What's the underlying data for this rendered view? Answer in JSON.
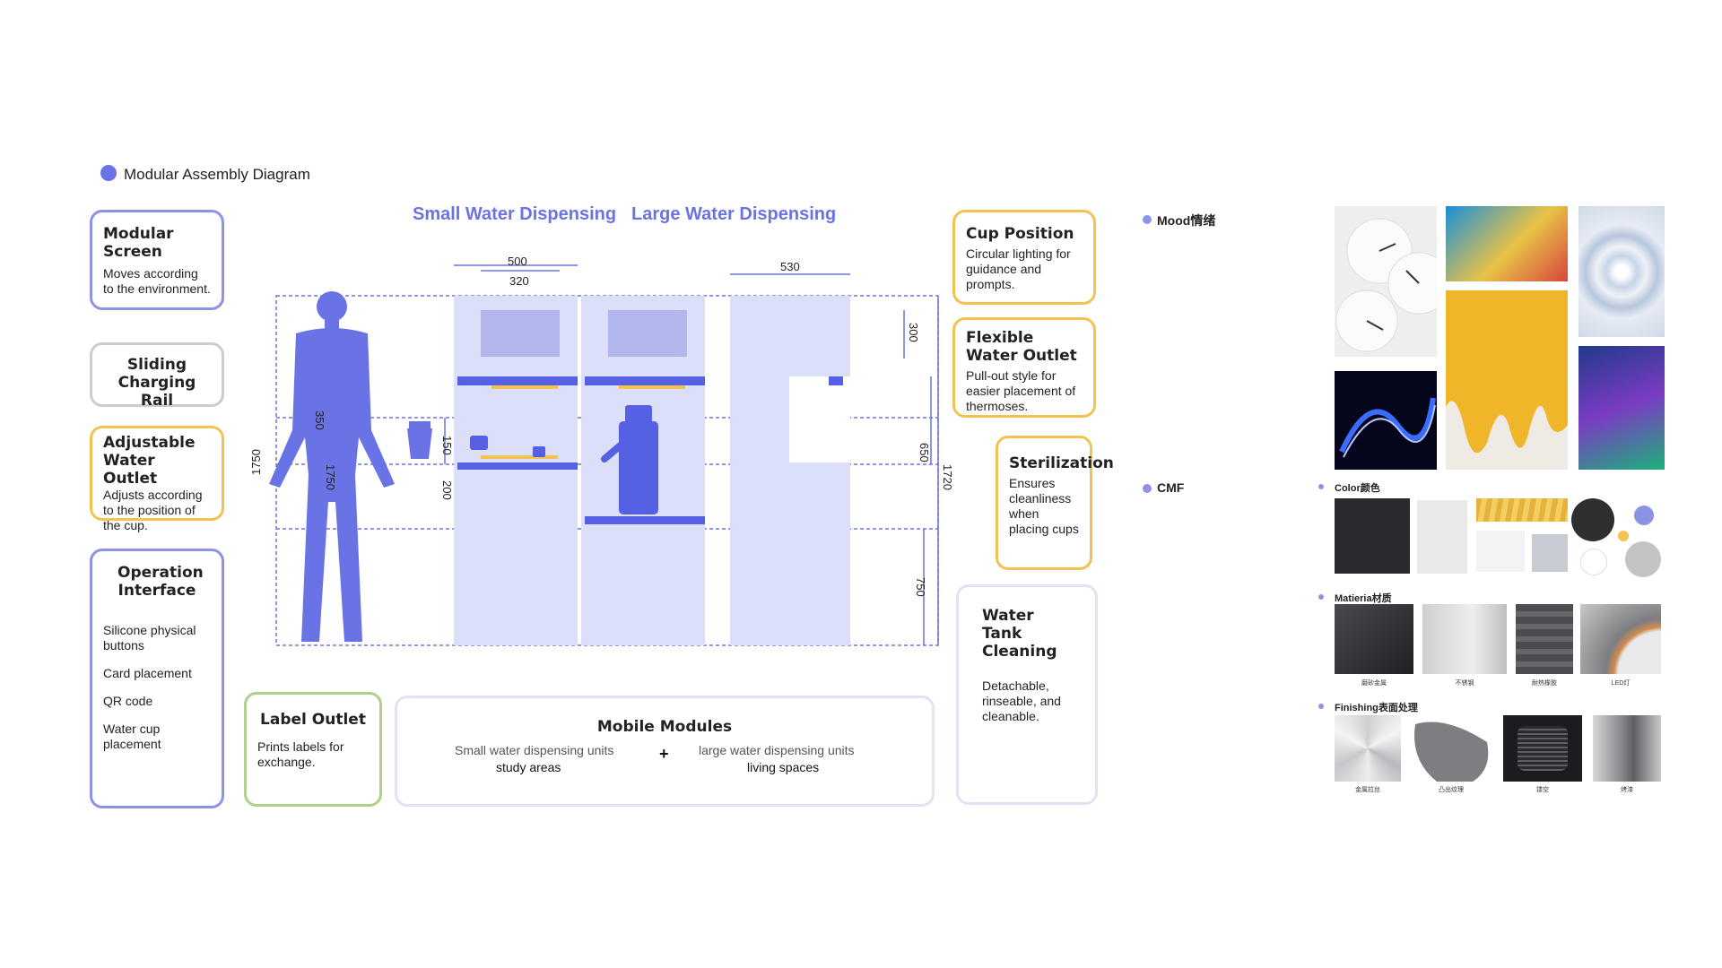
{
  "header": {
    "title": "Modular Assembly Diagram"
  },
  "diagram": {
    "title_small": "Small Water Dispensing",
    "title_large": "Large Water Dispensing",
    "dims": {
      "d500": "500",
      "d320": "320",
      "d530": "530",
      "d300": "300",
      "d350": "350",
      "d150": "150",
      "d200": "200",
      "d1750a": "1750",
      "d1750b": "1750",
      "d650": "650",
      "d1720": "1720",
      "d750": "750"
    }
  },
  "cards": {
    "modular_screen": {
      "title": "Modular Screen",
      "body": "Moves according to the environment."
    },
    "sliding_rail": {
      "title": "Sliding Charging Rail"
    },
    "adjustable_outlet": {
      "title": "Adjustable Water Outlet",
      "body": "Adjusts according to the position of the cup."
    },
    "operation": {
      "title": "Operation Interface",
      "items": [
        "Silicone physical buttons",
        "Card placement",
        "QR code",
        "Water cup placement"
      ]
    },
    "label_outlet": {
      "title": "Label Outlet",
      "body": "Prints labels for exchange."
    },
    "mobile_modules": {
      "title": "Mobile Modules",
      "small": "Small water dispensing units",
      "small_sub": "study areas",
      "plus": "+",
      "large": "large water dispensing units",
      "large_sub": "living spaces"
    },
    "cup_position": {
      "title": "Cup Position",
      "body": "Circular lighting for guidance and prompts."
    },
    "flexible_outlet": {
      "title": "Flexible Water Outlet",
      "body": "Pull-out style for easier placement of thermoses."
    },
    "sterilization": {
      "title": "Sterilization",
      "body": "Ensures cleanliness when placing cups"
    },
    "water_tank": {
      "title": "Water Tank Cleaning",
      "body": "Detachable, rinseable, and cleanable."
    }
  },
  "board": {
    "mood": "Mood情绪",
    "cmf": "CMF",
    "color": "Color颜色",
    "material": "Matieria材质",
    "finishing": "Finishing表面处理",
    "material_captions": [
      "磨砂金属",
      "不锈钢",
      "耐热橡胶",
      "",
      "LED灯"
    ],
    "finishing_captions": [
      "金属拉丝",
      "凸出纹理",
      "镂空",
      "烤漆"
    ]
  },
  "colors": {
    "accent": "#6a73e6",
    "panel": "#dcdff8",
    "orange": "#f3c251",
    "green": "#aed08a"
  }
}
